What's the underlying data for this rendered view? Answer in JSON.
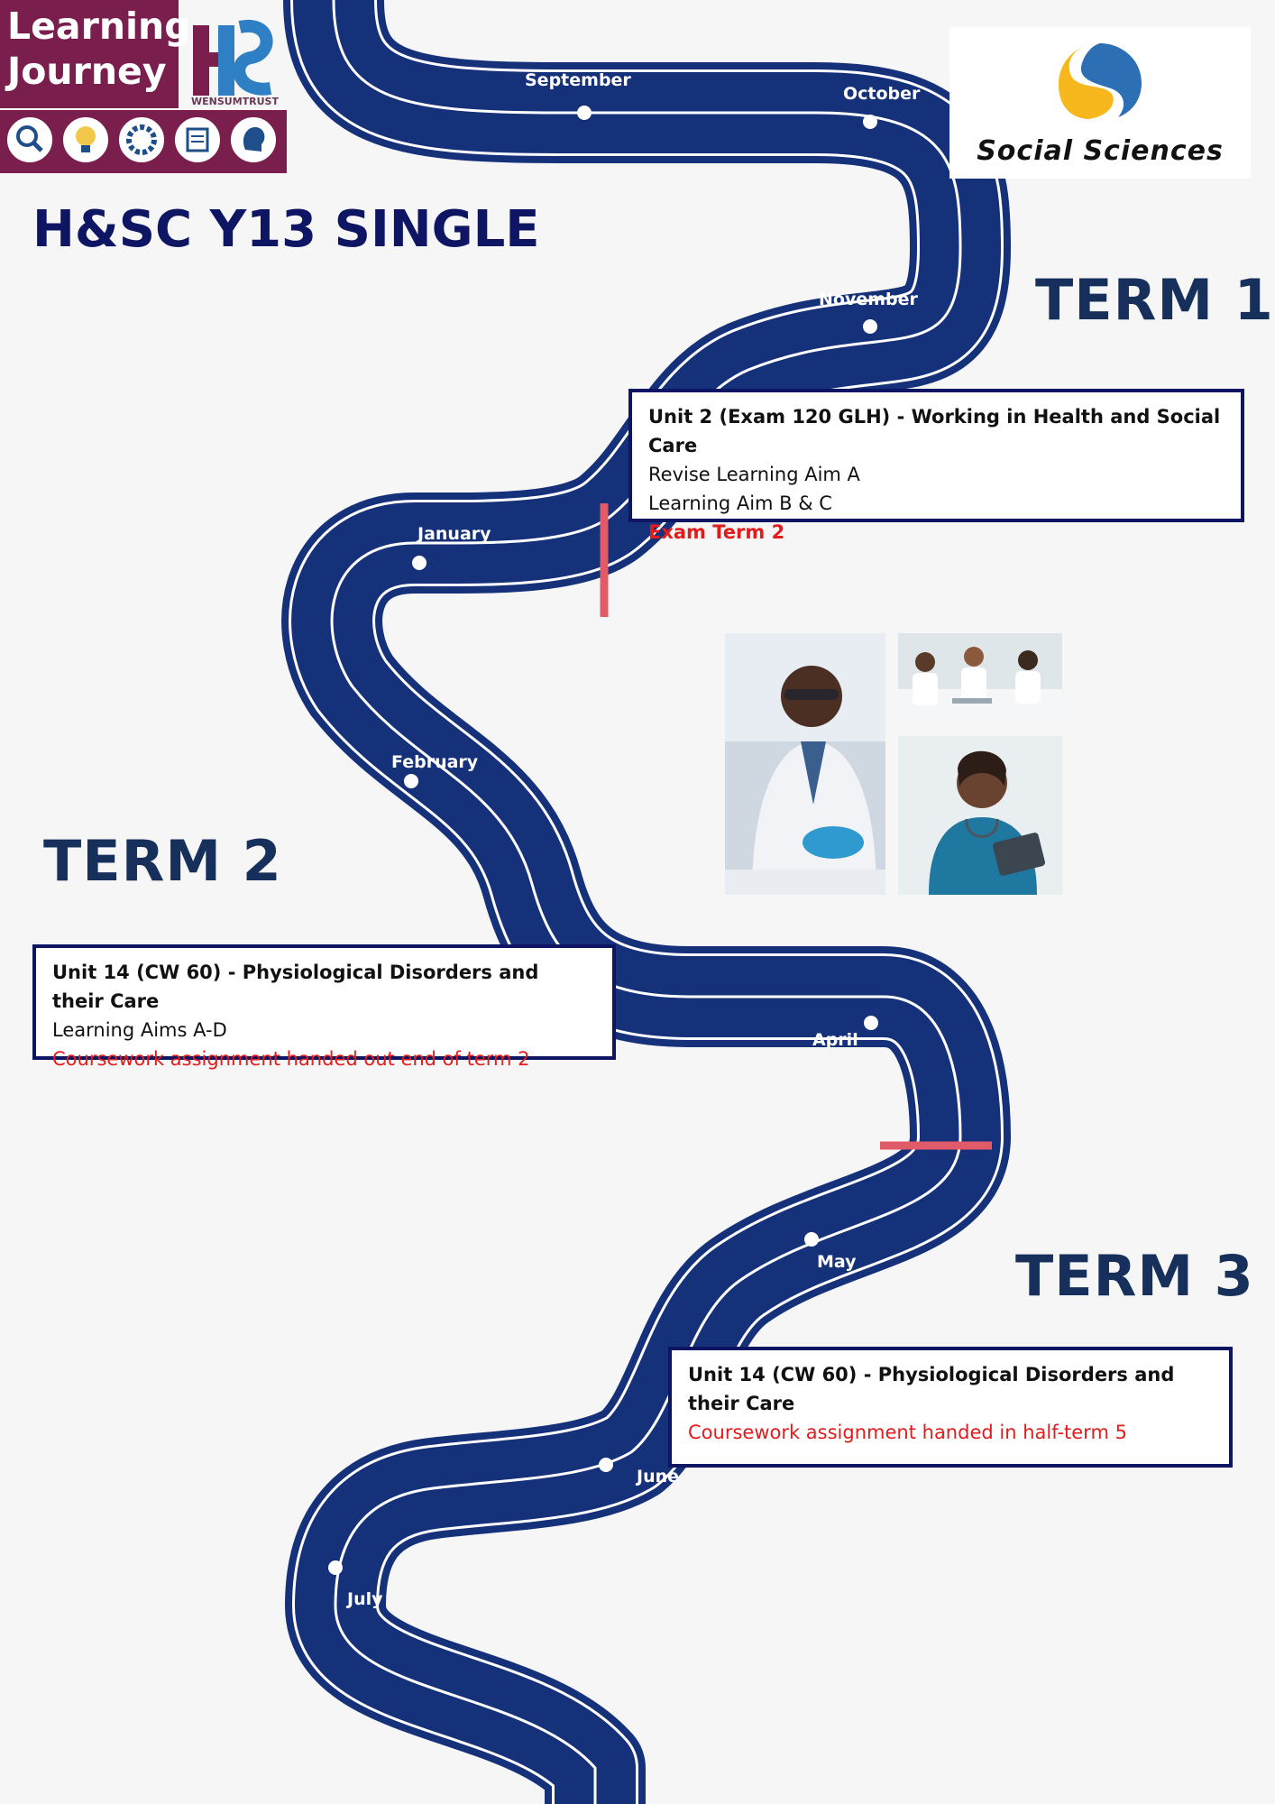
{
  "header": {
    "logo_line1": "Learning",
    "logo_line2": "Journey",
    "trust_name": "WENSUMTRUST",
    "partner_name": "Social Sciences"
  },
  "title": "H&SC Y13 SINGLE",
  "terms": {
    "term1": "TERM 1",
    "term2": "TERM 2",
    "term3": "TERM 3"
  },
  "months": {
    "september": "September",
    "october": "October",
    "november": "November",
    "january": "January",
    "february": "February",
    "april": "April",
    "may": "May",
    "june": "June",
    "july": "July"
  },
  "boxes": {
    "term1": {
      "heading": "Unit 2 (Exam 120 GLH) - Working in Health and Social Care",
      "line1": "Revise Learning Aim A",
      "line2": "Learning Aim B & C",
      "note": "Exam Term 2"
    },
    "term2": {
      "heading": "Unit 14 (CW 60) - Physiological Disorders and their Care",
      "line1": "Learning Aims A-D",
      "note": "Coursework assignment handed out end of term 2"
    },
    "term3": {
      "heading": "Unit 14 (CW 60) - Physiological Disorders and their Care",
      "note": "Coursework assignment handed in half-term 5"
    }
  },
  "colors": {
    "road": "#15317a",
    "road_markings": "#ffffff",
    "term_divider": "#e05a68",
    "title": "#0e1563",
    "note_red": "#e31b1b",
    "brand_maroon": "#7a1f4d"
  }
}
